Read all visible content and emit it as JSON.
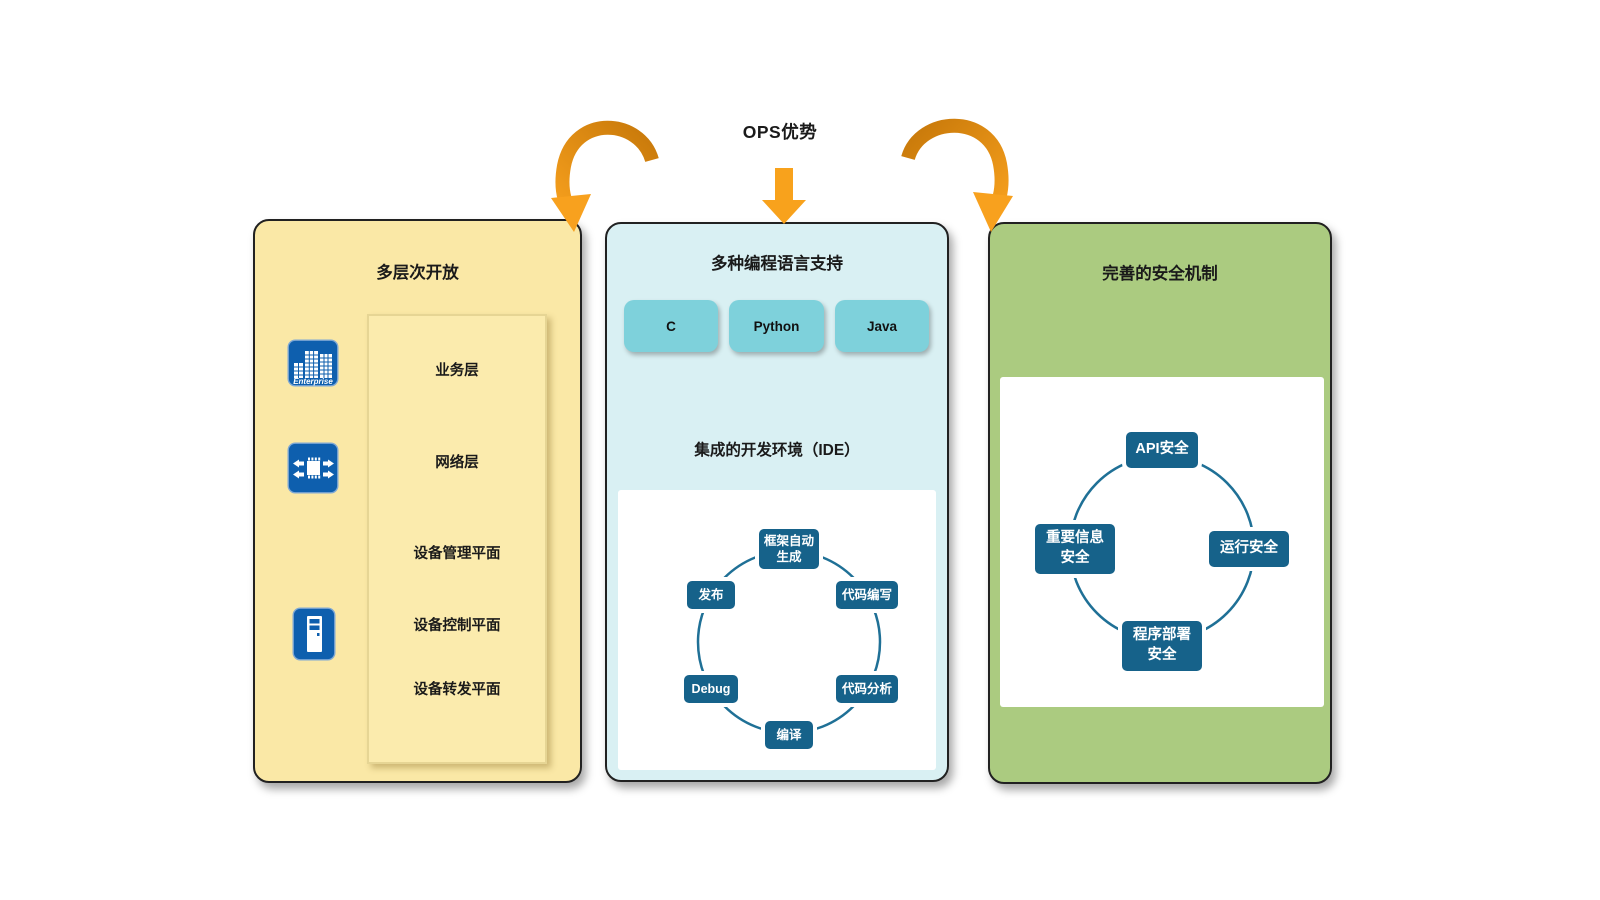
{
  "title": "OPS优势",
  "colors": {
    "open_panel_bg": "#FAE8A6",
    "languages_panel_bg": "#D9F0F3",
    "security_panel_bg": "#ABCB80",
    "panel_border": "#212121",
    "language_button_bg": "#7ED1DB",
    "node_bg": "#16628A",
    "cycle_stroke": "#1F7096",
    "icon_blue": "#0E5FAE",
    "arrow_orange": "#F8A11E",
    "arrow_orange_dark": "#C8790A"
  },
  "panels": {
    "open": {
      "title": "多层次开放",
      "layers": [
        "业务层",
        "网络层",
        "设备管理平面",
        "设备控制平面",
        "设备转发平面"
      ],
      "enterprise_icon_label": "Enterprise"
    },
    "languages": {
      "title": "多种编程语言支持",
      "buttons": [
        "C",
        "Python",
        "Java"
      ],
      "ide_title": "集成的开发环境（IDE）",
      "cycle_nodes": [
        "框架自动\n生成",
        "代码编写",
        "代码分析",
        "编译",
        "Debug",
        "发布"
      ]
    },
    "security": {
      "title": "完善的安全机制",
      "nodes": [
        "API安全",
        "运行安全",
        "程序部署\n安全",
        "重要信息\n安全"
      ]
    }
  }
}
